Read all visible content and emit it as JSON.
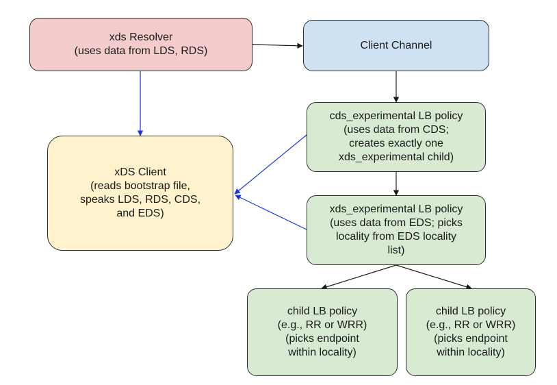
{
  "diagram": {
    "colors": {
      "resolver_fill": "#f4cccc",
      "channel_fill": "#cfe2f3",
      "client_fill": "#fff2cc",
      "policy_fill": "#d9ead3",
      "black_arrow": "#1a1a1a",
      "blue_arrow": "#1a36e6"
    },
    "nodes": {
      "xds_resolver": {
        "text": "xds Resolver\n(uses data from LDS, RDS)"
      },
      "client_channel": {
        "text": "Client Channel"
      },
      "cds_policy": {
        "text": "cds_experimental LB policy\n(uses data from CDS;\ncreates exactly one\nxds_experimental child)"
      },
      "xds_client": {
        "text": "xDS Client\n(reads bootstrap file,\nspeaks LDS, RDS, CDS,\nand EDS)"
      },
      "xds_policy": {
        "text": "xds_experimental LB policy\n(uses data from EDS; picks\nlocality from EDS locality\nlist)"
      },
      "child_policy_left": {
        "text": "child LB policy\n(e.g., RR or WRR)\n(picks endpoint\nwithin locality)"
      },
      "child_policy_right": {
        "text": "child LB policy\n(e.g., RR or WRR)\n(picks endpoint\nwithin locality)"
      }
    },
    "edges": [
      {
        "from": "xds_resolver",
        "to": "client_channel",
        "color": "black"
      },
      {
        "from": "xds_resolver",
        "to": "xds_client",
        "color": "blue"
      },
      {
        "from": "client_channel",
        "to": "cds_policy",
        "color": "black"
      },
      {
        "from": "cds_policy",
        "to": "xds_policy",
        "color": "black"
      },
      {
        "from": "cds_policy",
        "to": "xds_client",
        "color": "blue"
      },
      {
        "from": "xds_policy",
        "to": "xds_client",
        "color": "blue"
      },
      {
        "from": "xds_policy",
        "to": "child_policy_left",
        "color": "black"
      },
      {
        "from": "xds_policy",
        "to": "child_policy_right",
        "color": "black"
      }
    ]
  }
}
